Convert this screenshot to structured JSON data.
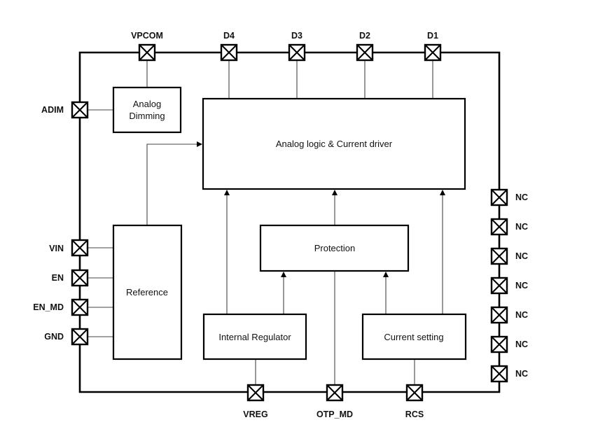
{
  "diagram": {
    "type": "block-diagram",
    "blocks": {
      "analog_dimming": [
        "Analog",
        "Dimming"
      ],
      "main": "Analog logic & Current driver",
      "reference": "Reference",
      "protection": "Protection",
      "internal_regulator": "Internal Regulator",
      "current_setting": "Current setting"
    },
    "pins": {
      "top": [
        "VPCOM",
        "D4",
        "D3",
        "D2",
        "D1"
      ],
      "left": [
        "ADIM",
        "VIN",
        "EN",
        "EN_MD",
        "GND"
      ],
      "right": [
        "NC",
        "NC",
        "NC",
        "NC",
        "NC",
        "NC",
        "NC"
      ],
      "bottom": [
        "VREG",
        "OTP_MD",
        "RCS"
      ]
    },
    "connections": [
      {
        "from": "VPCOM",
        "to": "Analog Dimming"
      },
      {
        "from": "ADIM",
        "to": "Analog Dimming"
      },
      {
        "from": "D4",
        "to": "Analog logic & Current driver"
      },
      {
        "from": "D3",
        "to": "Analog logic & Current driver"
      },
      {
        "from": "D2",
        "to": "Analog logic & Current driver"
      },
      {
        "from": "D1",
        "to": "Analog logic & Current driver"
      },
      {
        "from": "VIN",
        "to": "Reference"
      },
      {
        "from": "EN",
        "to": "Reference"
      },
      {
        "from": "EN_MD",
        "to": "Reference"
      },
      {
        "from": "GND",
        "to": "Reference"
      },
      {
        "from": "Reference",
        "to": "Analog logic & Current driver",
        "arrow": true
      },
      {
        "from": "Internal Regulator",
        "to": "Analog logic & Current driver",
        "arrow": true
      },
      {
        "from": "Internal Regulator",
        "to": "Protection",
        "arrow": true
      },
      {
        "from": "Protection",
        "to": "Analog logic & Current driver",
        "arrow": true
      },
      {
        "from": "Current setting",
        "to": "Protection",
        "arrow": true
      },
      {
        "from": "Current setting",
        "to": "Analog logic & Current driver",
        "arrow": true
      },
      {
        "from": "VREG",
        "to": "Internal Regulator"
      },
      {
        "from": "OTP_MD",
        "to": "Protection"
      },
      {
        "from": "RCS",
        "to": "Current setting"
      }
    ]
  }
}
